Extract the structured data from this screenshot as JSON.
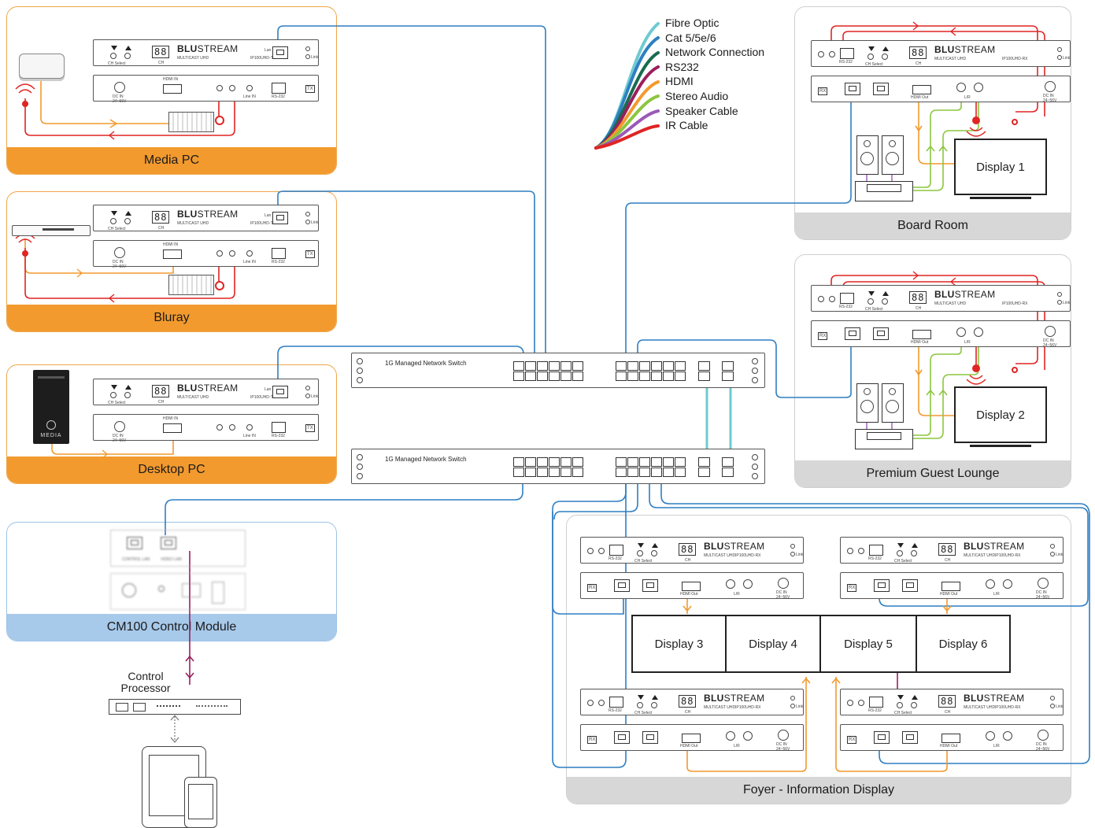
{
  "legend": [
    {
      "label": "Fibre Optic",
      "color": "#6fcad0"
    },
    {
      "label": "Cat 5/5e/6",
      "color": "#2f7fc2"
    },
    {
      "label": "Network Connection",
      "color": "#1a6b4f"
    },
    {
      "label": "RS232",
      "color": "#9a1f5c"
    },
    {
      "label": "HDMI",
      "color": "#f29a2e"
    },
    {
      "label": "Stereo Audio",
      "color": "#8cc63f"
    },
    {
      "label": "Speaker Cable",
      "color": "#9b59b6"
    },
    {
      "label": "IR Cable",
      "color": "#e02424"
    }
  ],
  "sources": {
    "media_pc": "Media PC",
    "bluray": "Bluray",
    "desktop_pc": "Desktop PC",
    "desktop_icon_text": "MEDIA"
  },
  "rooms": {
    "board_room": "Board Room",
    "lounge": "Premium Guest Lounge",
    "foyer": "Foyer - Information Display"
  },
  "displays": [
    "Display 1",
    "Display 2",
    "Display 3",
    "Display 4",
    "Display 5",
    "Display 6"
  ],
  "control": {
    "module": "CM100 Control Module",
    "processor": "Control\nProcessor",
    "control_lan": "CONTROL LAN",
    "video_lan": "VIDEO LAN"
  },
  "device": {
    "brand_bold": "BLU",
    "brand_light": "STREAM",
    "subtitle": "MULTICAST UHD",
    "tx_model": "IP100UHD-TX",
    "rx_model": "IP100UHD-RX",
    "segment": "88",
    "ch": "CH",
    "ch_select": "CH Select",
    "hdmi_in": "HDMI IN",
    "hdmi_out": "HDMI Out",
    "dc_in": "DC IN\n24~56V",
    "rs232": "RS-232",
    "line_in": "Line IN",
    "lr": "L/R",
    "tx_tag": "TX",
    "rx_tag": "RX",
    "lan": "Lan",
    "link": "Link"
  },
  "switches": {
    "title": "1G Managed Network Switch"
  },
  "colors": {
    "orange": "#f29a2e",
    "grey": "#d7d7d7",
    "blue_light": "#a7c9ea",
    "ir_red": "#e02424",
    "cat_blue": "#2f7fc2",
    "fibre": "#6fcad0",
    "audio_green": "#8cc63f",
    "rs232_purple": "#9a1f5c"
  }
}
